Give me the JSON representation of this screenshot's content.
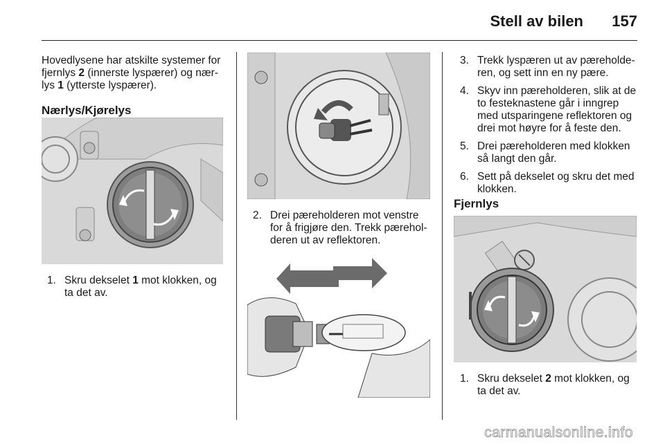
{
  "header": {
    "section_title": "Stell av bilen",
    "page_number": "157"
  },
  "col1": {
    "intro_1": "Hovedlysene har atskilte systemer for fjernlys ",
    "intro_num1": "2",
    "intro_2": " (innerste lyspærer) og nær-lys ",
    "intro_num2": "1",
    "intro_3": " (ytterste lyspærer).",
    "heading": "Nærlys/Kjørelys",
    "step1_num": "1.",
    "step1_a": "Skru dekselet ",
    "step1_b": "1",
    "step1_c": " mot klokken, og ta det av."
  },
  "col2": {
    "step2_num": "2.",
    "step2_text": "Drei pæreholderen mot venstre for å frigjøre den. Trekk pærehol-deren ut av reflektoren."
  },
  "col3": {
    "steps": [
      {
        "num": "3.",
        "text": "Trekk lyspæren ut av pæreholde-ren, og sett inn en ny pære."
      },
      {
        "num": "4.",
        "text": "Skyv inn pæreholderen, slik at de to festeknastene går i inngrep med utsparingene reflektoren og drei mot høyre for å feste den."
      },
      {
        "num": "5.",
        "text": "Drei pæreholderen med klokken så langt den går."
      },
      {
        "num": "6.",
        "text": "Sett på dekselet og skru det med klokken."
      }
    ],
    "heading": "Fjernlys",
    "step1_num": "1.",
    "step1_a": "Skru dekselet ",
    "step1_b": "2",
    "step1_c": " mot klokken, og ta det av."
  },
  "watermark": "carmanualsonline.info",
  "colors": {
    "figure_bg": "#d9d9d9",
    "line": "#222222",
    "arrow_fill": "#6b6b6b"
  }
}
